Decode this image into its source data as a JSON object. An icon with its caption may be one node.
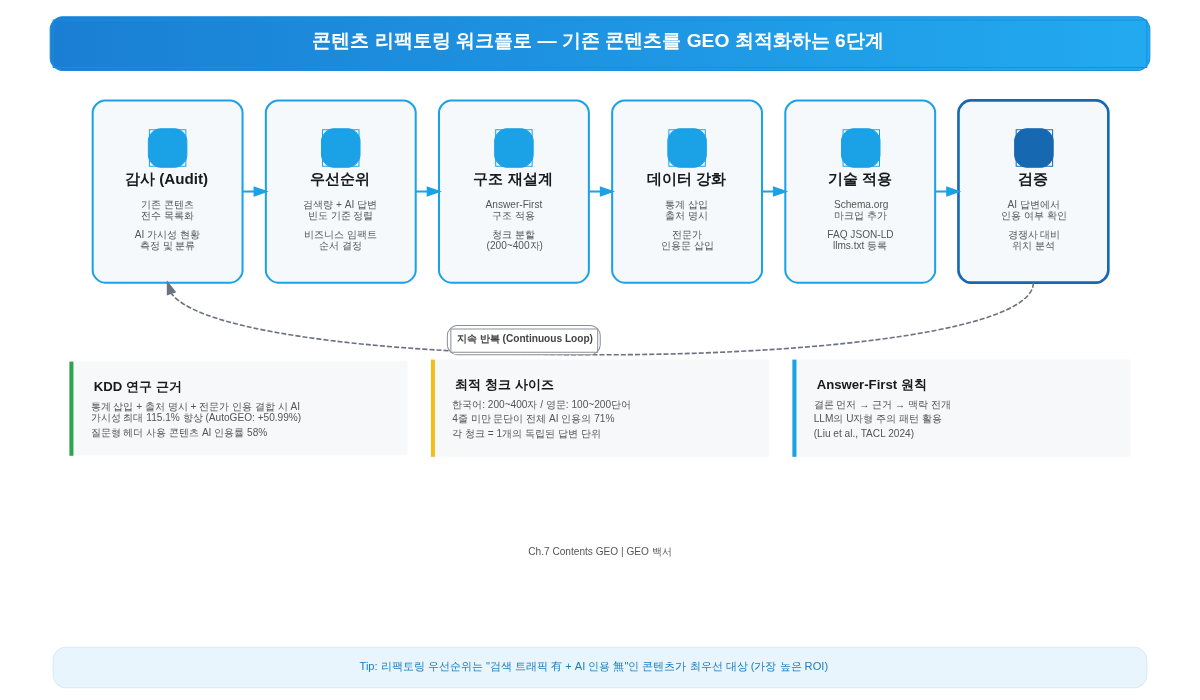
{
  "diagram": {
    "title": "콘텐츠 리팩토링 워크플로 — 기존 콘텐츠를 GEO 최적화하는 6단계",
    "caption": "Ch.7 Contents GEO | GEO 백서",
    "nodes": [
      {
        "text": [
          "감사 (Audit)",
          "기존 콘텐츠 전수 목록화",
          "AI 가시성 현황 측정 및 분류"
        ]
      },
      {
        "text": [
          "우선순위",
          "검색량 + AI 답변 빈도 기준 정렬",
          "비즈니스 임팩트 순서 결정"
        ]
      },
      {
        "text": [
          "구조 재설계",
          "Answer-First 구조 적용",
          "청크 분할 (200~400자)"
        ]
      },
      {
        "text": [
          "데이터 강화",
          "통계 삽입 출처 명시",
          "전문가 인용문 삽입"
        ]
      },
      {
        "text": [
          "기술 적용",
          "Schema.org 마크업 추가",
          "FAQ JSON-LD llms.txt 등록"
        ]
      },
      {
        "text": [
          "검증",
          "AI 답변에서 인용 여부 확인",
          "경쟁사 대비 위치 분석"
        ]
      },
      {
        "text": [
          "KDD 연구 근거",
          "통계 삽입 + 출처 명시 + 전문가 인용 결합 시 AI 가시성 최대 115.1% 향상 (AutoGEO: +50.99%)",
          "질문형 헤더 사용 콘텐츠 AI 인용률 58%"
        ]
      },
      {
        "text": [
          "최적 청크 사이즈",
          "한국어: 200~400자 / 영문: 100~200단어",
          "4줄 미만 문단이 전체 AI 인용의 71%",
          "각 청크 = 1개의 독립된 답변 단위"
        ]
      },
      {
        "text": [
          "Answer-First 원칙",
          "결론 먼저 → 근거 → 맥락 전개",
          "LLM의 U자형 주의 패턴 활용",
          "(Liu et al., TACL 2024)"
        ]
      },
      {
        "text": [
          "Tip: 리팩토링 우선순위는 \"검색 트래픽 有 + AI 인용 無\"인 콘텐츠가 최우선 대상 (가장 높은 ROI)"
        ]
      }
    ],
    "edges": [
      {
        "from": 0,
        "to": 1,
        "arrow": "to"
      },
      {
        "from": 1,
        "to": 2,
        "arrow": "to"
      },
      {
        "from": 2,
        "to": 3,
        "arrow": "to"
      },
      {
        "from": 3,
        "to": 4,
        "arrow": "to"
      },
      {
        "from": 4,
        "to": 5,
        "arrow": "to"
      },
      {
        "from": 5,
        "to": 0,
        "arrow": "to",
        "label": "지속 반복 (Continuous Loop)",
        "style": "dashed",
        "color": "#6b7280"
      }
    ]
  }
}
